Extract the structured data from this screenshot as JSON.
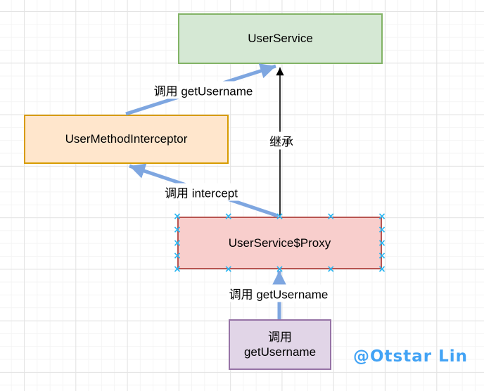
{
  "nodes": {
    "user_service": {
      "label": "UserService",
      "fill": "#d5e8d4",
      "border": "#82b366"
    },
    "user_method_interceptor": {
      "label": "UserMethodInterceptor",
      "fill": "#ffe6cc",
      "border": "#d79b00"
    },
    "user_service_proxy": {
      "label": "UserService$Proxy",
      "fill": "#f8cecc",
      "border": "#b85450",
      "selected": true
    },
    "call_get_username_note": {
      "label_line1": "调用",
      "label_line2": "getUsername",
      "fill": "#e1d5e7",
      "border": "#9673a6"
    }
  },
  "edges": {
    "call_getusername_from_interceptor": {
      "label": "调用 getUsername",
      "color": "#7ea6e0"
    },
    "inheritance": {
      "label": "继承",
      "color": "#000000"
    },
    "call_intercept": {
      "label": "调用 intercept",
      "color": "#7ea6e0"
    },
    "call_getusername_to_proxy": {
      "label": "调用 getUsername",
      "color": "#7ea6e0"
    }
  },
  "selection": {
    "connection_point_glyph": "×",
    "connection_point_color": "#29b6f2"
  },
  "watermark": "@Otstar Lin"
}
